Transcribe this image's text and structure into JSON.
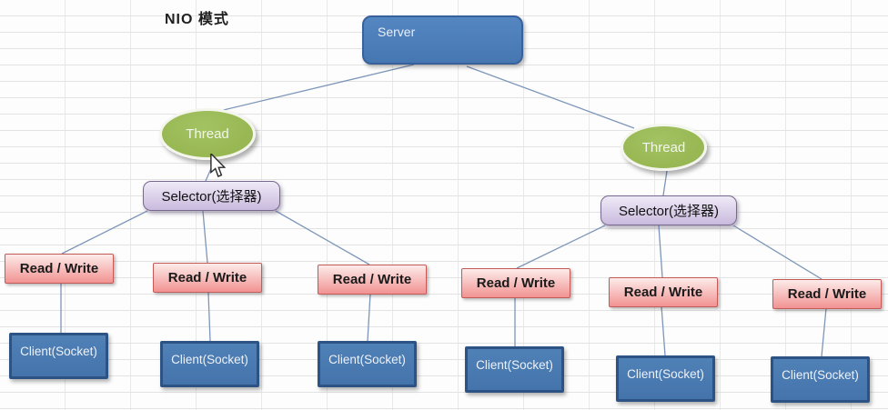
{
  "title": "NIO 模式",
  "colors": {
    "server_fill": "#4f81bd",
    "server_border": "#38619b",
    "thread_fill": "#9bbb59",
    "selector_fill": "#ccc0da",
    "selector_border": "#77688f",
    "read_write_fill": "#f19392",
    "read_write_border": "#c25a58",
    "client_fill": "#4f80b6",
    "client_border": "#2c5384",
    "connector": "#7d96b8",
    "grid_line": "#e3e3e3"
  },
  "nodes": {
    "server": {
      "label": "Server"
    },
    "threads": [
      {
        "label": "Thread"
      },
      {
        "label": "Thread"
      }
    ],
    "selectors": [
      {
        "label": "Selector(选择器)"
      },
      {
        "label": "Selector(选择器)"
      }
    ],
    "read_write": [
      {
        "label": "Read / Write"
      },
      {
        "label": "Read / Write"
      },
      {
        "label": "Read / Write"
      },
      {
        "label": "Read / Write"
      },
      {
        "label": "Read / Write"
      },
      {
        "label": "Read / Write"
      }
    ],
    "clients": [
      {
        "label": "Client(Socket)"
      },
      {
        "label": "Client(Socket)"
      },
      {
        "label": "Client(Socket)"
      },
      {
        "label": "Client(Socket)"
      },
      {
        "label": "Client(Socket)"
      },
      {
        "label": "Client(Socket)"
      }
    ]
  }
}
